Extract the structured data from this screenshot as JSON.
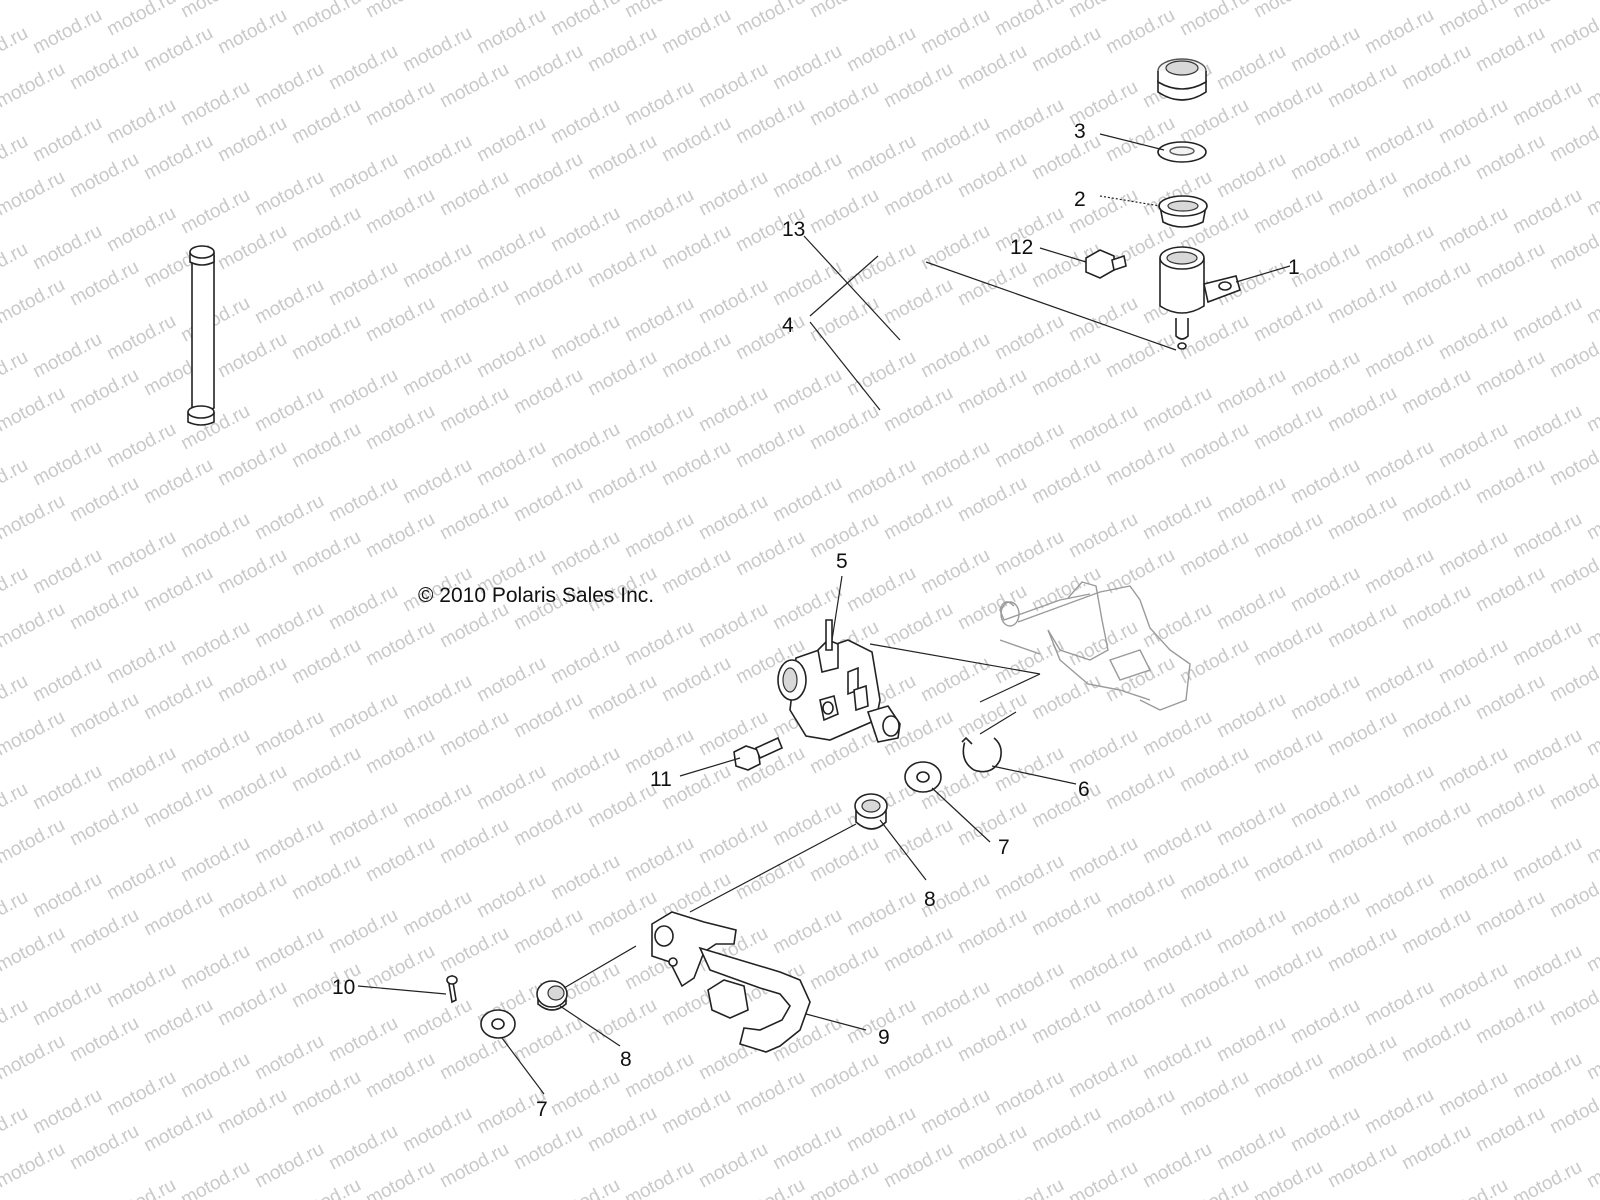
{
  "diagram": {
    "copyright": "© 2010 Polaris Sales Inc.",
    "watermark": "motod.ru",
    "callouts": [
      "1",
      "2",
      "3",
      "4",
      "5",
      "6",
      "7",
      "7",
      "8",
      "8",
      "9",
      "10",
      "11",
      "12",
      "13"
    ]
  }
}
